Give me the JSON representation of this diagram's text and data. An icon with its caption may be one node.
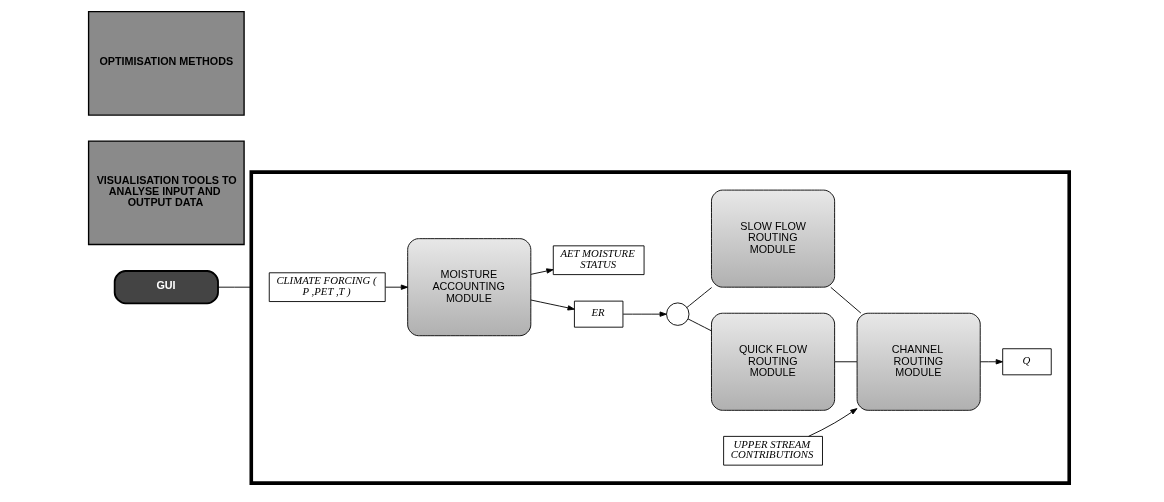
{
  "diagram": {
    "nodes": [
      {
        "text": [
          "GUI"
        ]
      },
      {
        "text": [],
        "shape": "box"
      },
      {
        "text": [
          "OPTIMISATION METHODS"
        ]
      },
      {
        "text": [
          "VISUALISATION TOOLS TO ANALYSE INPUT AND OUTPUT DATA"
        ]
      },
      {
        "text": [
          "CLIMATE FORCING ( P ,PET ,T )"
        ],
        "in": 1
      },
      {
        "text": [
          "MOISTURE ACCOUNTING MODULE"
        ],
        "in": 1
      },
      {
        "text": [
          "ER"
        ],
        "in": 1
      },
      {
        "text": [],
        "shape": "circle",
        "in": 1
      },
      {
        "text": [
          "QUICK FLOW ROUTING MODULE"
        ],
        "in": 1
      },
      {
        "text": [
          "UPPER STREAM CONTRIBUTIONS"
        ],
        "in": 1
      },
      {
        "text": [
          "CHANNEL ROUTING MODULE"
        ],
        "in": 1
      },
      {
        "text": [
          "SLOW FLOW ROUTING MODULE"
        ],
        "in": 1
      },
      {
        "text": [
          "Q"
        ],
        "in": 1
      },
      {
        "text": [
          "AET MOISTURE STATUS"
        ],
        "in": 1
      }
    ],
    "edges": [
      {
        "from": 0,
        "to": 1,
        "arrow": "none"
      },
      {
        "from": 4,
        "to": 5,
        "arrow": "to"
      },
      {
        "from": 5,
        "to": 6,
        "arrow": "to"
      },
      {
        "from": 6,
        "to": 7,
        "arrow": "to"
      },
      {
        "from": 7,
        "to": 8,
        "arrow": "none"
      },
      {
        "from": 7,
        "to": 11,
        "arrow": "none"
      },
      {
        "from": 8,
        "to": 10,
        "arrow": "none"
      },
      {
        "from": 11,
        "to": 10,
        "arrow": "none"
      },
      {
        "from": 9,
        "to": 10,
        "arrow": "to"
      },
      {
        "from": 10,
        "to": 12,
        "arrow": "to"
      },
      {
        "from": 5,
        "to": 13,
        "arrow": "to"
      }
    ]
  }
}
